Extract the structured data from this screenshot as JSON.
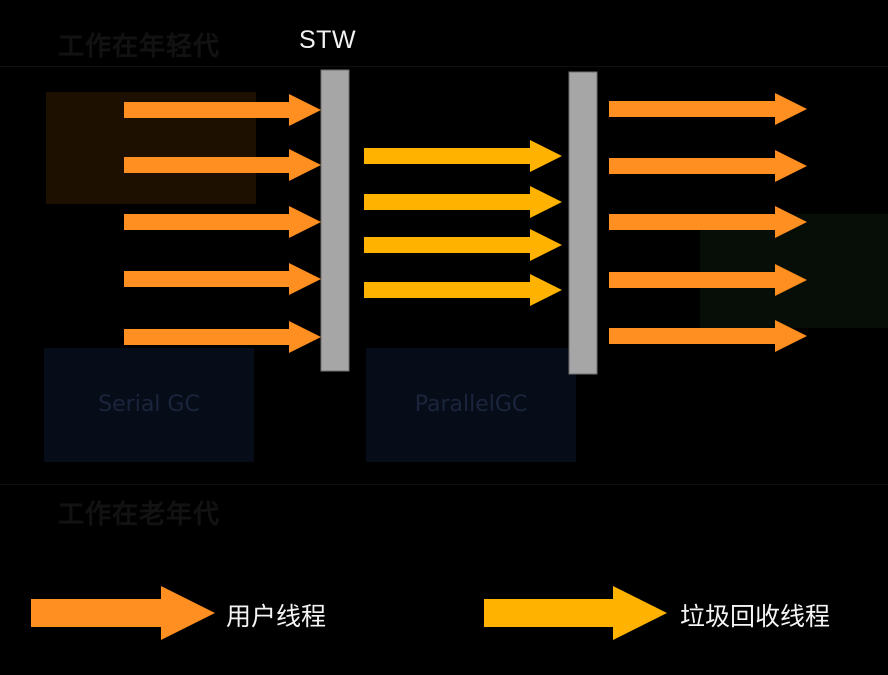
{
  "diagram": {
    "stw_label": "STW",
    "legend": {
      "user_thread_label": "用户线程",
      "gc_thread_label": "垃圾回收线程"
    },
    "colors": {
      "user_thread": "#ff8f20",
      "gc_thread": "#ffb200",
      "stw_bar": "#a6a6a6",
      "background": "#000000"
    },
    "phases": [
      {
        "name": "user-phase-1",
        "thread_type": "user",
        "arrow_count": 5
      },
      {
        "name": "gc-phase",
        "thread_type": "gc",
        "arrow_count": 4
      },
      {
        "name": "user-phase-2",
        "thread_type": "user",
        "arrow_count": 5
      }
    ],
    "stw_barriers": 2
  },
  "background_ghost": {
    "title_young": "工作在年轻代",
    "title_old": "工作在老年代",
    "box_serial": "Serial GC",
    "box_parallel": "ParallelGC"
  }
}
